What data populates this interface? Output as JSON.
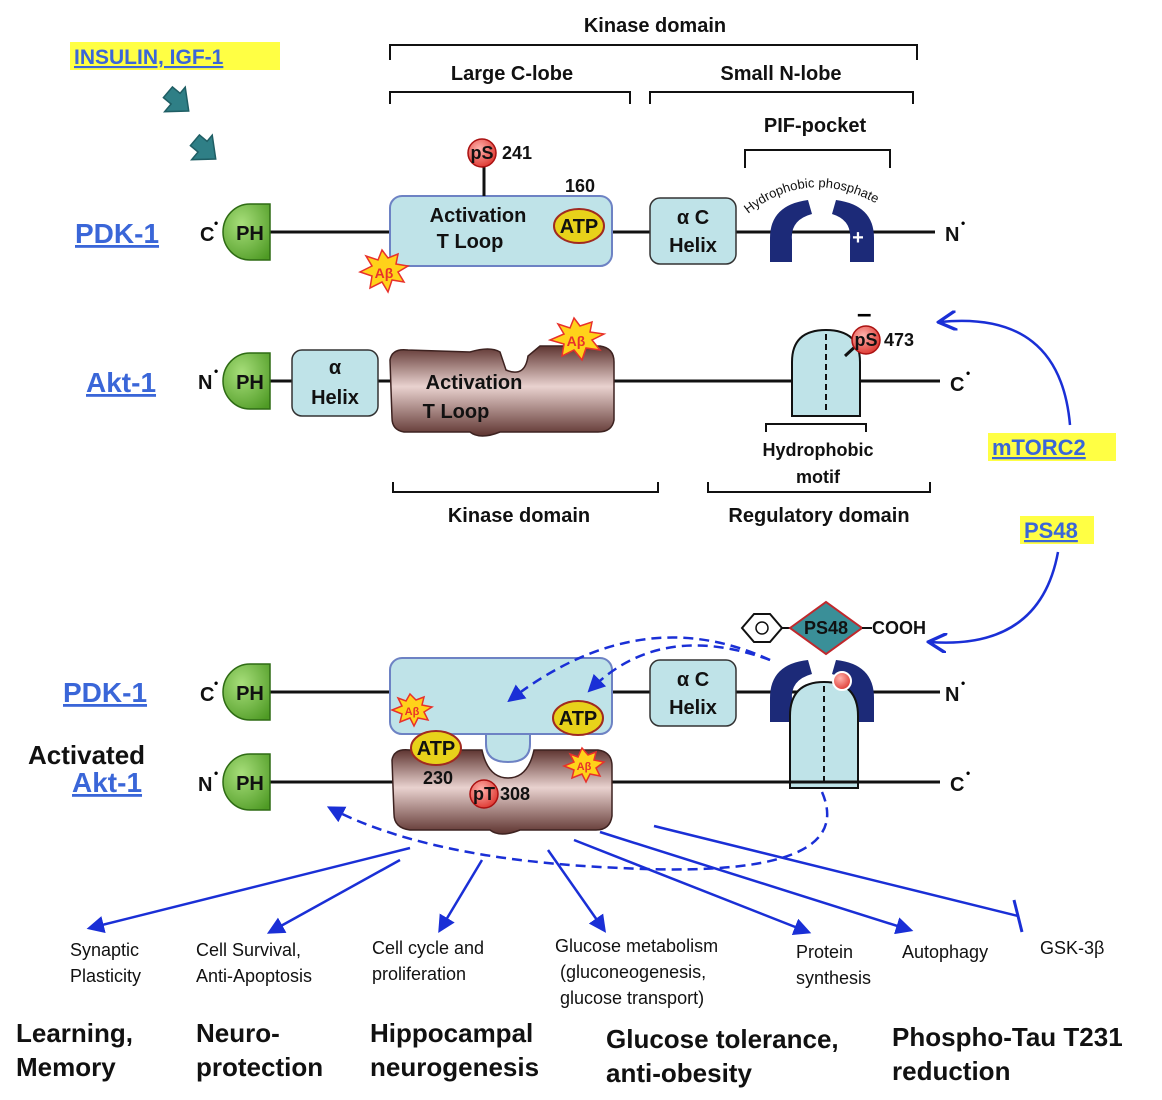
{
  "colors": {
    "link": "#3a66d8",
    "highlight": "#ffff44",
    "ph_green": "#6dbb3b",
    "domain_blue": "#bfe3e8",
    "domain_border": "#6d82c4",
    "kinase_brown": "#7a4a44",
    "pif_navy": "#1c2a78",
    "arrow_blue": "#1a2fd6",
    "red_circle": "#e8312b",
    "atp_yellow": "#e8d21a"
  },
  "top_labels": {
    "insulin": "INSULIN, IGF-1",
    "kinase_domain": "Kinase domain",
    "large_c_lobe": "Large C-lobe",
    "small_n_lobe": "Small N-lobe",
    "pif_pocket": "PIF-pocket"
  },
  "pdk1_top": {
    "name": "PDK-1",
    "c_term": "C",
    "n_term": "N",
    "ph": "PH",
    "act_loop_1": "Activation",
    "act_loop_2": "T Loop",
    "atp": "ATP",
    "atp_num": "160",
    "ps": "pS",
    "ps_num": "241",
    "abeta": "Aβ",
    "alpha_c_1": "α C",
    "alpha_c_2": "Helix",
    "pif_curve_text": "Hydrophobic phosphate",
    "plus": "+"
  },
  "akt1_top": {
    "name": "Akt-1",
    "n_term": "N",
    "c_term": "C",
    "ph": "PH",
    "alpha_1": "α",
    "alpha_2": "Helix",
    "act_loop_1": "Activation",
    "act_loop_2": "T Loop",
    "abeta": "Aβ",
    "ps": "pS",
    "ps_num": "473",
    "minus": "–",
    "hydrophobic_1": "Hydrophobic",
    "hydrophobic_2": "motif",
    "kinase_domain": "Kinase domain",
    "regulatory_domain": "Regulatory domain"
  },
  "side_labels": {
    "mtorc2": "mTORC2",
    "ps48": "PS48"
  },
  "complex": {
    "pdk1_name": "PDK-1",
    "activated": "Activated",
    "akt1_name": "Akt-1",
    "c_term": "C",
    "n_term": "N",
    "ph": "PH",
    "ps48_label": "PS48",
    "cooh": "COOH",
    "atp": "ATP",
    "atp_num": "230",
    "pt": "pT",
    "pt_num": "308",
    "abeta": "Aβ",
    "alpha_c_1": "α C",
    "alpha_c_2": "Helix"
  },
  "effects": [
    {
      "line1": "Synaptic",
      "line2": "Plasticity"
    },
    {
      "line1": "Cell Survival,",
      "line2": "Anti-Apoptosis"
    },
    {
      "line1": "Cell cycle and",
      "line2": "proliferation"
    },
    {
      "line1": "Glucose metabolism",
      "line2": "(gluconeogenesis,",
      "line3": "glucose transport)"
    },
    {
      "line1": "Protein",
      "line2": "synthesis"
    },
    {
      "line1": "Autophagy"
    },
    {
      "line1": "GSK-3β"
    }
  ],
  "outcomes": [
    {
      "line1": "Learning,",
      "line2": "Memory"
    },
    {
      "line1": "Neuro-",
      "line2": "protection"
    },
    {
      "line1": "Hippocampal",
      "line2": "neurogenesis"
    },
    {
      "line1": "Glucose tolerance,",
      "line2": "anti-obesity"
    },
    {
      "line1": "Phospho-Tau T231",
      "line2": "reduction"
    }
  ]
}
